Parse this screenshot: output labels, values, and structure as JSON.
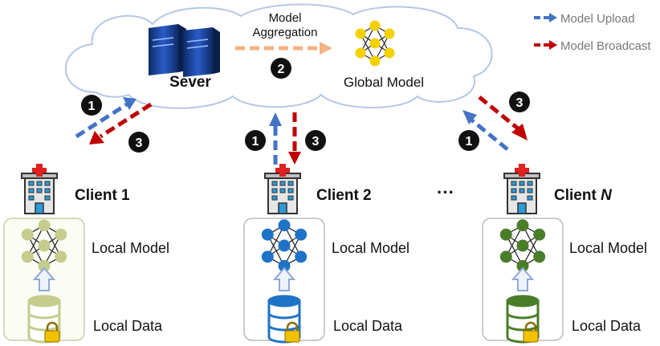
{
  "cloud": {
    "server_label": "Sever",
    "aggregation_label_line1": "Model",
    "aggregation_label_line2": "Aggregation",
    "global_model_label": "Global Model"
  },
  "legend": {
    "upload_label": "Model Upload",
    "broadcast_label": "Model Broadcast",
    "upload_color": "#4472c4",
    "broadcast_color": "#c00000"
  },
  "steps": {
    "one": "1",
    "two": "2",
    "three": "3"
  },
  "ellipsis": "···",
  "clients": [
    {
      "name": "Client 1",
      "color": "#c5cc8c",
      "model_label": "Local Model",
      "data_label": "Local Data"
    },
    {
      "name_prefix": "Client 2",
      "name": "Client 2",
      "color": "#1f73c7",
      "model_label": "Local Model",
      "data_label": "Local Data"
    },
    {
      "name_prefix": "Client ",
      "name_italic": "N",
      "color": "#4a7d2a",
      "model_label": "Local Model",
      "data_label": "Local Data"
    }
  ]
}
